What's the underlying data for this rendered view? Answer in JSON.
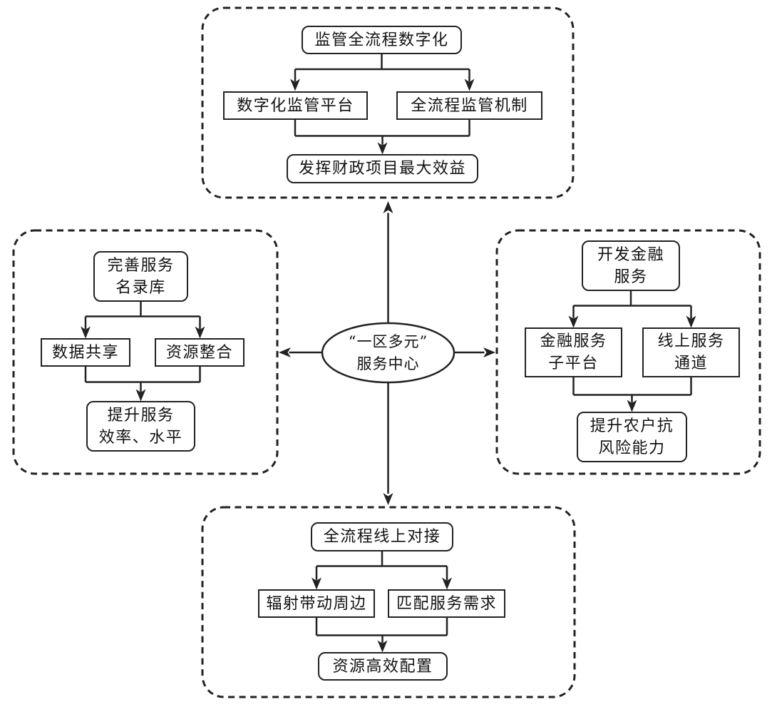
{
  "center": {
    "label": "“一区多元”\n服务中心"
  },
  "panels": {
    "top": {
      "head": "监管全流程数字化",
      "branch_left": "数字化监管平台",
      "branch_right": "全流程监管机制",
      "result": "发挥财政项目最大效益"
    },
    "left": {
      "head": "完善服务\n名录库",
      "branch_left": "数据共享",
      "branch_right": "资源整合",
      "result": "提升服务\n效率、水平"
    },
    "right": {
      "head": "开发金融\n服务",
      "branch_left": "金融服务\n子平台",
      "branch_right": "线上服务\n通道",
      "result": "提升农户抗\n风险能力"
    },
    "bottom": {
      "head": "全流程线上对接",
      "branch_left": "辐射带动周边",
      "branch_right": "匹配服务需求",
      "result": "资源高效配置"
    }
  },
  "colors": {
    "line": "#222222",
    "text": "#111111",
    "background": "#ffffff"
  }
}
